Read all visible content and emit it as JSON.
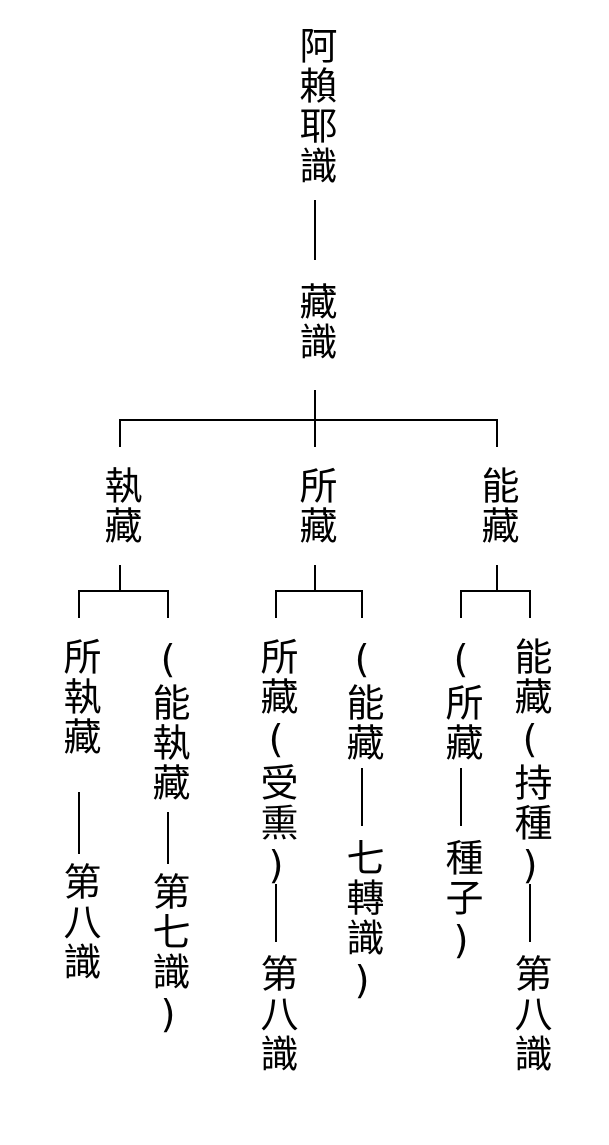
{
  "root": {
    "name": "阿賴耶識",
    "alias": "藏識"
  },
  "aspects": [
    {
      "label": "執藏",
      "children": [
        {
          "text": "所執藏",
          "equals": "第八識"
        },
        {
          "text": "(能執藏",
          "equals": "第七識)"
        }
      ]
    },
    {
      "label": "所藏",
      "children": [
        {
          "text": "所藏(受熏)",
          "equals": "第八識"
        },
        {
          "text": "(能藏",
          "equals": "七轉識)"
        }
      ]
    },
    {
      "label": "能藏",
      "children": [
        {
          "text": "(所藏",
          "equals": "種子)"
        },
        {
          "text": "能藏(持種)",
          "equals": "第八識"
        }
      ]
    }
  ]
}
